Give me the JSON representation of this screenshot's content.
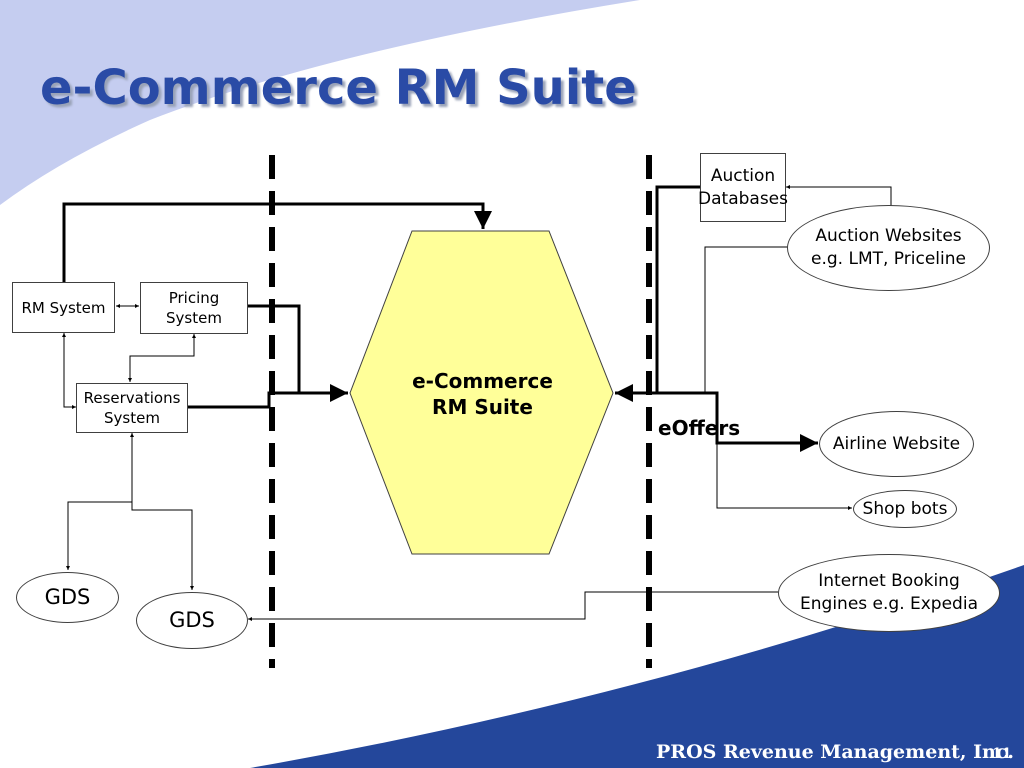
{
  "slide": {
    "title": "e-Commerce RM Suite",
    "footer": "PROS Revenue Management, Inc.",
    "page_number": "11",
    "colors": {
      "title": "#2a4ba6",
      "hexagon_fill": "#ffff99",
      "background_swoosh": "#c5cdf0",
      "footer_band": "#24479b"
    }
  },
  "diagram": {
    "center": "e-Commerce\nRM Suite",
    "eoffers_label": "eOffers",
    "nodes": {
      "rm_system": "RM System",
      "pricing_system": "Pricing\nSystem",
      "reservations_system": "Reservations\nSystem",
      "gds_1": "GDS",
      "gds_2": "GDS",
      "auction_databases": "Auction\nDatabases",
      "auction_websites": "Auction Websites\ne.g. LMT, Priceline",
      "airline_website": "Airline Website",
      "shop_bots": "Shop bots",
      "internet_booking": "Internet Booking\nEngines e.g. Expedia"
    }
  }
}
